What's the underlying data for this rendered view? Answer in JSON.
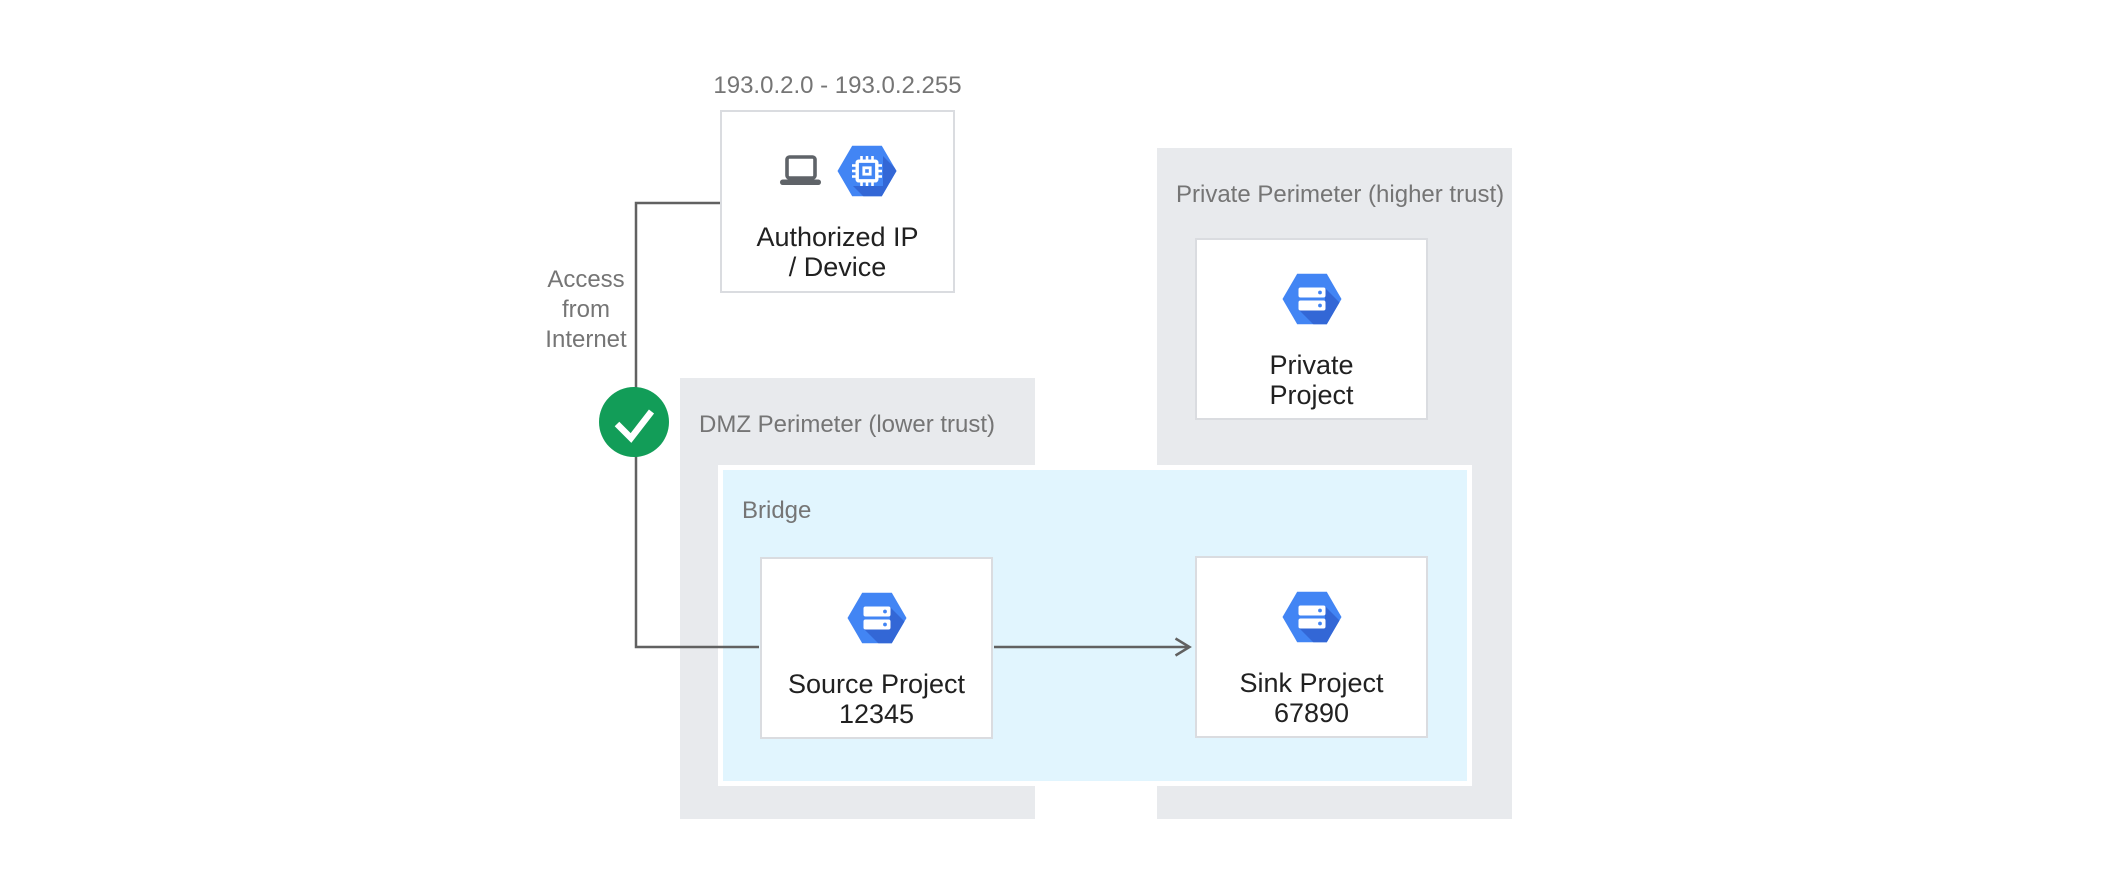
{
  "diagram": {
    "kind": "google-cloud-vpc-service-controls-architecture",
    "annotations": {
      "ip_range": "193.0.2.0 - 193.0.2.255",
      "access_lines": [
        "Access",
        "from",
        "Internet"
      ],
      "access_status_icon": "check-icon"
    },
    "containers": {
      "dmz": {
        "label": "DMZ Perimeter (lower trust)"
      },
      "private_perimeter": {
        "label": "Private Perimeter (higher trust)"
      },
      "bridge": {
        "label": "Bridge"
      }
    },
    "nodes": {
      "authorized": {
        "line1": "Authorized IP",
        "line2": "/ Device",
        "icons": [
          "laptop-icon",
          "compute-engine-icon"
        ]
      },
      "source": {
        "line1": "Source Project",
        "line2": "12345",
        "icon": "project-hexagon-icon"
      },
      "sink": {
        "line1": "Sink Project",
        "line2": "67890",
        "icon": "project-hexagon-icon"
      },
      "private": {
        "line1": "Private",
        "line2": "Project",
        "icon": "project-hexagon-icon"
      }
    },
    "flows": [
      {
        "from": "authorized",
        "to": "source",
        "style": "elbow-line"
      },
      {
        "from": "source",
        "to": "sink",
        "style": "arrow"
      }
    ],
    "colors": {
      "perimeter_bg": "#E8EAED",
      "bridge_bg": "#E1F5FE",
      "bridge_border": "#FFFFFF",
      "node_bg": "#FFFFFF",
      "node_border": "#DADCE0",
      "hexagon_blue": "#4285F4",
      "hexagon_shadow": "#3367D6",
      "check_green": "#129D58",
      "line_gray": "#616161",
      "icon_gray": "#5F6368",
      "label_gray": "#757575",
      "title_dark": "#212121"
    }
  }
}
